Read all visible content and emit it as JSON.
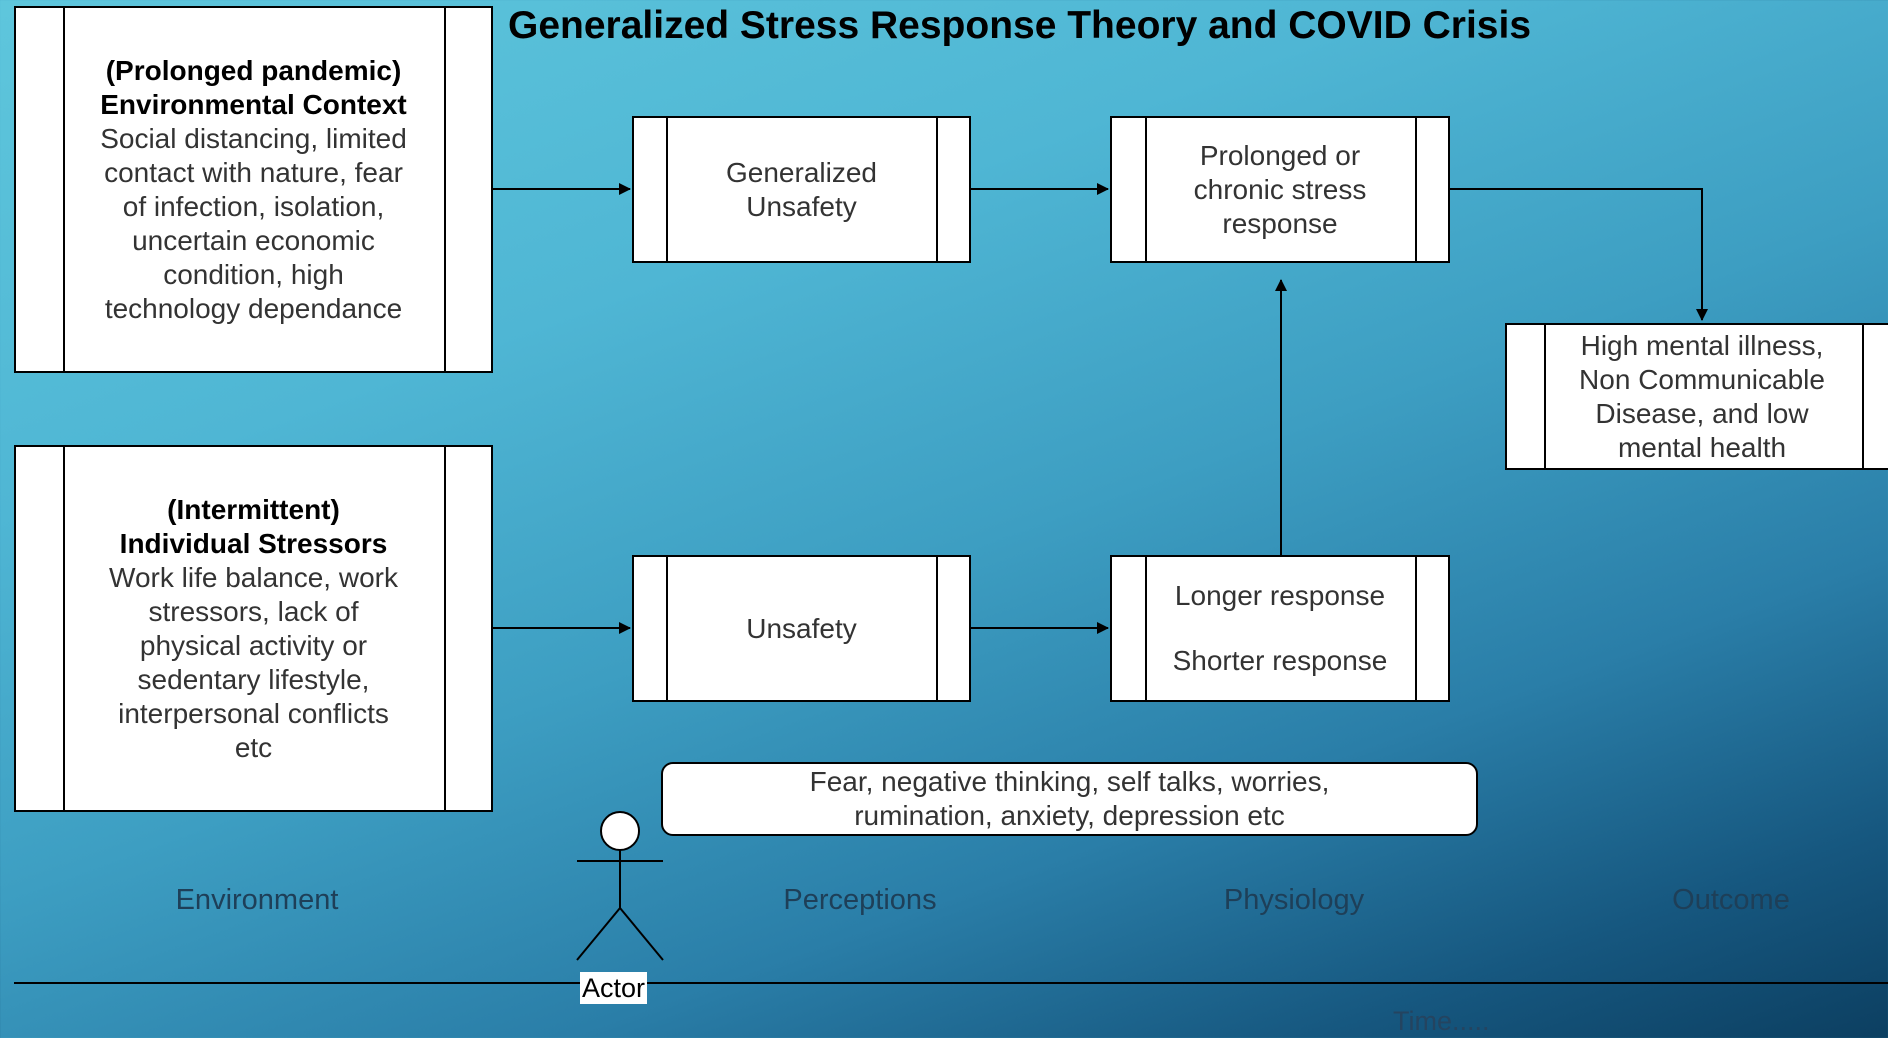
{
  "title": "Generalized Stress Response Theory and COVID Crisis",
  "environment_context": {
    "heading1": "(Prolonged pandemic)",
    "heading2": "Environmental Context",
    "lines": [
      "Social distancing, limited",
      "contact with nature, fear",
      "of infection, isolation,",
      "uncertain economic",
      "condition, high",
      "technology dependance"
    ]
  },
  "individual_stressors": {
    "heading1": "(Intermittent)",
    "heading2": "Individual Stressors",
    "lines": [
      "Work life balance, work",
      "stressors, lack of",
      "physical activity or",
      "sedentary lifestyle,",
      "interpersonal conflicts",
      "etc"
    ]
  },
  "generalized_unsafety": {
    "lines": [
      "Generalized",
      "Unsafety"
    ]
  },
  "unsafety": {
    "label": "Unsafety"
  },
  "chronic_stress": {
    "lines": [
      "Prolonged or",
      "chronic stress",
      "response"
    ]
  },
  "response_length": {
    "longer": "Longer response",
    "shorter": "Shorter response"
  },
  "outcome_box": {
    "lines": [
      "High mental illness,",
      "Non Communicable",
      "Disease, and low",
      "mental health"
    ]
  },
  "callout": {
    "lines": [
      "Fear, negative thinking, self talks, worries,",
      "rumination, anxiety, depression etc"
    ]
  },
  "actor": {
    "label": "Actor"
  },
  "lanes": {
    "environment": "Environment",
    "perceptions": "Perceptions",
    "physiology": "Physiology",
    "outcome": "Outcome"
  },
  "time_label": "Time....."
}
